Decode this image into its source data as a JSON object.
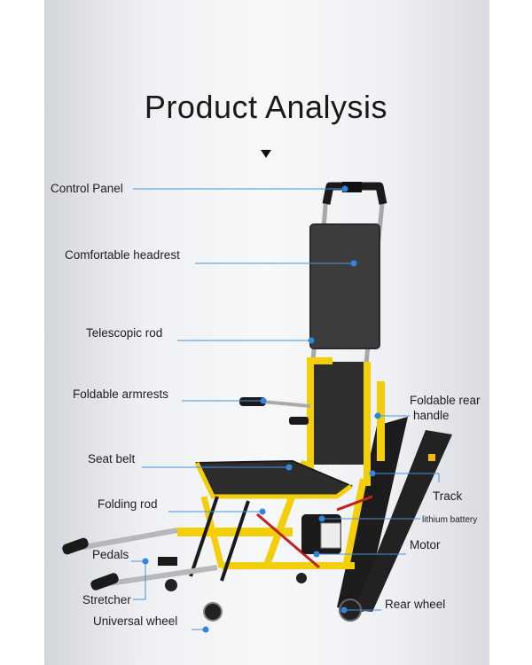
{
  "title": "Product Analysis",
  "colors": {
    "frame": "#f2cf0a",
    "line": "#4a90d9",
    "dot": "#2f86e0",
    "track": "#1a1a1a",
    "seat": "#3a3a3a"
  },
  "labels": {
    "control_panel": "Control Panel",
    "headrest": "Comfortable headrest",
    "telescopic_rod": "Telescopic rod",
    "armrests": "Foldable armrests",
    "rear_handle_1": "Foldable rear",
    "rear_handle_2": "handle",
    "seat_belt": "Seat belt",
    "track": "Track",
    "folding_rod": "Folding rod",
    "battery": "lithium battery",
    "motor": "Motor",
    "pedals": "Pedals",
    "stretcher": "Stretcher",
    "rear_wheel": "Rear wheel",
    "universal_wheel": "Universal wheel"
  }
}
